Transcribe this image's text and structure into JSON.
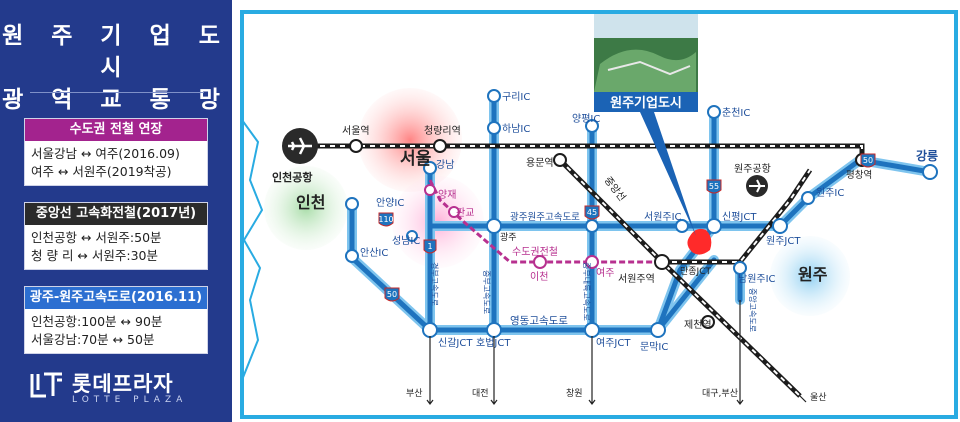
{
  "panel": {
    "title_line1": "원 주 기 업 도 시",
    "title_line2": "광 역 교 통 망",
    "box1": {
      "header": "수도권 전철 연장",
      "header_color": "#a3238e",
      "lines": [
        "서울강남 ↔ 여주(2016.09)",
        "여주 ↔ 서원주(2019착공)"
      ]
    },
    "box2": {
      "header": "중앙선 고속화전철(2017년)",
      "header_color": "#2b2b2b",
      "lines": [
        "인천공항 ↔ 서원주:50분",
        "청 량 리 ↔ 서원주:30분"
      ]
    },
    "box3": {
      "header": "광주-원주고속도로(2016.11)",
      "header_color": "#2c6fd1",
      "lines": [
        "인천공항:100분 ↔ 90분",
        "서울강남:70분 ↔ 50분"
      ]
    },
    "logo": {
      "name": "롯데프라자",
      "sub": "LOTTE PLAZA"
    }
  },
  "map": {
    "callout": "원주기업도시",
    "regions": [
      "서울",
      "인천",
      "원주"
    ],
    "airports": [
      "인천공항",
      "원주공항"
    ],
    "line_labels": [
      "광주원주고속도로",
      "수도권전철",
      "영동고속도로",
      "중앙선"
    ],
    "routes": [
      "110",
      "1",
      "45",
      "55",
      "50",
      "50"
    ],
    "stations": [
      "서울역",
      "청량리역",
      "용문역",
      "서원주역",
      "제천역",
      "평창역"
    ],
    "places": [
      "구리IC",
      "하남IC",
      "양평IC",
      "춘천IC",
      "강남",
      "양재",
      "판교",
      "광주",
      "이천",
      "여주",
      "서원주IC",
      "신평JCT",
      "원주JCT",
      "원주IC",
      "강릉",
      "안양IC",
      "성남IC",
      "안산IC",
      "만종JCT",
      "남원주IC",
      "신갈JCT",
      "호법JCT",
      "여주JCT",
      "문막IC"
    ],
    "expressway_labels": [
      "경부고속도로",
      "중부고속도로",
      "중부내륙고속도로",
      "중앙고속도로"
    ],
    "directions": [
      "부산",
      "대전",
      "창원",
      "대구,부산",
      "울산"
    ],
    "colors": {
      "panel": "#233a8c",
      "map_border": "#29abe2",
      "expressway": "#1e73be",
      "expressway_edge": "#7ec4ee",
      "subway": "#b7308f",
      "rail": "#1c1c1c",
      "city_red": "#ff2a2a",
      "callout": "#1b63b5"
    }
  }
}
